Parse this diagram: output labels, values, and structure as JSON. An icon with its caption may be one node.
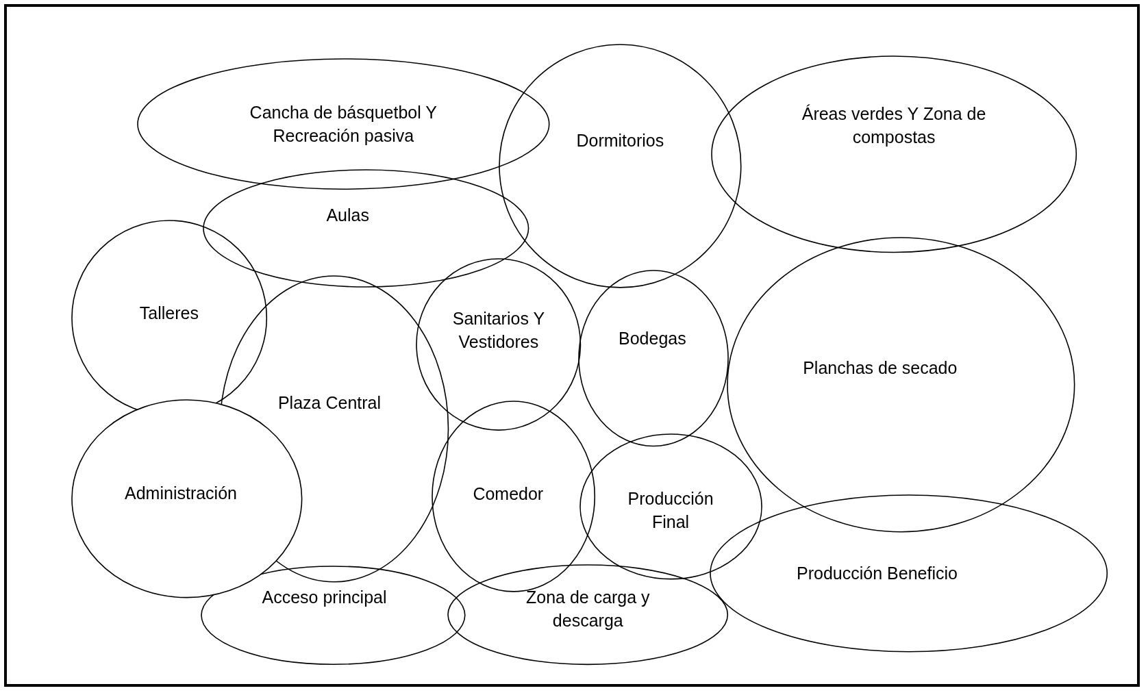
{
  "diagram": {
    "nodes": [
      {
        "text": [
          "Cancha de básquetbol Y Recreación pasiva"
        ]
      },
      {
        "text": [
          "Dormitorios"
        ]
      },
      {
        "text": [
          "Áreas verdes Y Zona de compostas"
        ]
      },
      {
        "text": [
          "Aulas"
        ]
      },
      {
        "text": [
          "Talleres"
        ]
      },
      {
        "text": [
          "Sanitarios Y Vestidores"
        ]
      },
      {
        "text": [
          "Bodegas"
        ]
      },
      {
        "text": [
          "Planchas de secado"
        ]
      },
      {
        "text": [
          "Plaza Central"
        ]
      },
      {
        "text": [
          "Administración"
        ]
      },
      {
        "text": [
          "Comedor"
        ]
      },
      {
        "text": [
          "Producción Final"
        ]
      },
      {
        "text": [
          "Producción Beneficio"
        ]
      },
      {
        "text": [
          "Acceso principal"
        ]
      },
      {
        "text": [
          "Zona de carga y descarga"
        ]
      }
    ],
    "edges": []
  }
}
